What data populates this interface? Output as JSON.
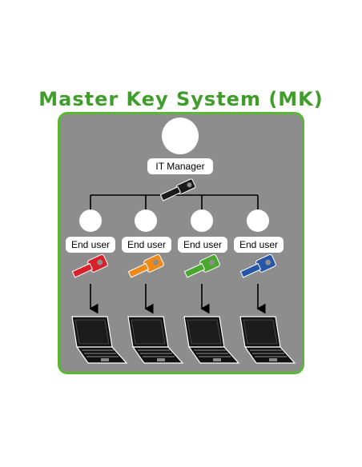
{
  "title": "Master Key System (MK)",
  "manager": {
    "label": "IT Manager",
    "key_icon": "black-key-icon",
    "key_color": "#1a1a1a"
  },
  "users": [
    {
      "label": "End user",
      "key_icon": "red-key-icon",
      "key_color": "#d8202a"
    },
    {
      "label": "End user",
      "key_icon": "orange-key-icon",
      "key_color": "#ee8a1c"
    },
    {
      "label": "End user",
      "key_icon": "green-key-icon",
      "key_color": "#4aa830"
    },
    {
      "label": "End user",
      "key_icon": "blue-key-icon",
      "key_color": "#2656a8"
    }
  ],
  "device_icon": "laptop-icon",
  "colors": {
    "title": "#3f9e2a",
    "panel": "#8d8d8d",
    "panel_border": "#58b833"
  }
}
